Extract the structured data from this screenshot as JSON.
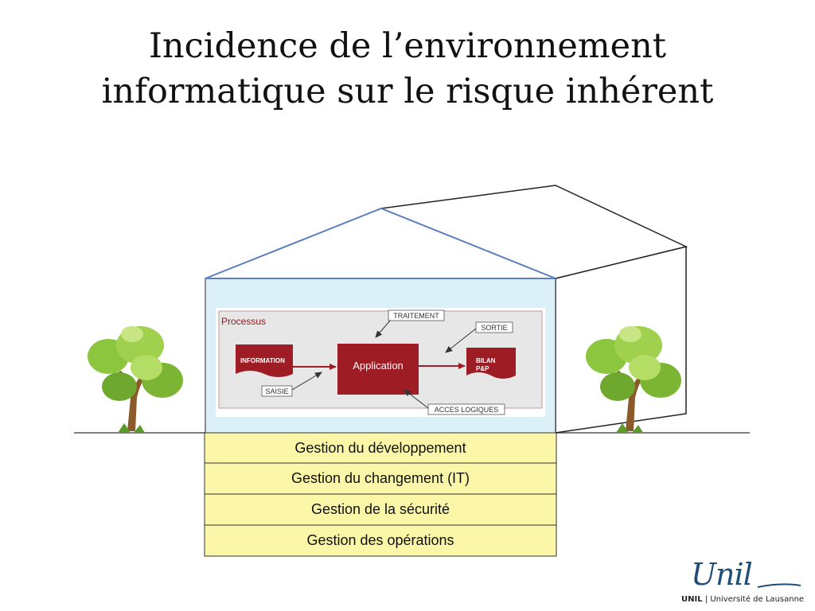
{
  "slide": {
    "title_line1": "Incidence de l’environnement",
    "title_line2": "informatique sur le risque inhérent"
  },
  "process": {
    "label": "Processus",
    "information": "INFORMATION",
    "application": "Application",
    "bilan_line1": "BILAN",
    "bilan_line2": "P&P",
    "traitement": "TRAITEMENT",
    "sortie": "SORTIE",
    "saisie": "SAISIE",
    "acces_logiques": "ACCES LOGIQUES"
  },
  "foundations": [
    "Gestion du développement",
    "Gestion du changement (IT)",
    "Gestion de la sécurité",
    "Gestion des opérations"
  ],
  "logo": {
    "wordmark": "Unil",
    "brand": "UNIL",
    "separator": " | ",
    "university": "Université de Lausanne"
  },
  "colors": {
    "roof_blue": "#5b7fc0",
    "wall_light_blue": "#dcf0f8",
    "foundation_yellow": "#fbf6a8",
    "process_red": "#9e1c24",
    "logo_blue": "#1f4e79"
  }
}
